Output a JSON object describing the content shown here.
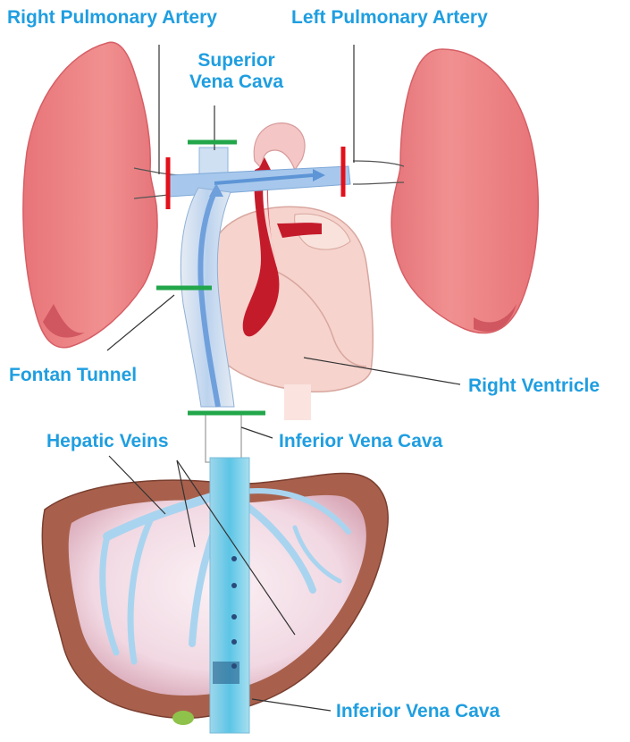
{
  "labels": {
    "right_pulmonary_artery": "Right Pulmonary Artery",
    "left_pulmonary_artery": "Left Pulmonary Artery",
    "superior_vena_cava_line1": "Superior",
    "superior_vena_cava_line2": "Vena Cava",
    "fontan_tunnel": "Fontan Tunnel",
    "right_ventricle": "Right Ventricle",
    "hepatic_veins": "Hepatic Veins",
    "inferior_vena_cava_upper": "Inferior Vena Cava",
    "inferior_vena_cava_lower": "Inferior Vena Cava"
  },
  "colors": {
    "label": "#1f9ee0",
    "lung": "#ec8585",
    "lung_dark": "#c94c57",
    "heart": "#f6d3cd",
    "vessel_blue": "#9cc4ea",
    "vessel_red": "#c41b2b",
    "liver": "#a8604c",
    "liver_inner": "#f3dfe6",
    "marker_green": "#22a64a",
    "marker_red": "#e2101b"
  }
}
